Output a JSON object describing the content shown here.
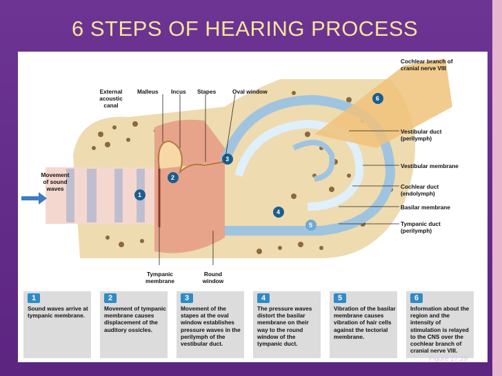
{
  "slide": {
    "title": "6 STEPS OF HEARING PROCESS",
    "caption": "Figure 17.29"
  },
  "labels": {
    "external_acoustic_canal": "External acoustic canal",
    "malleus": "Malleus",
    "incus": "Incus",
    "stapes": "Stapes",
    "oval_window": "Oval window",
    "movement_of_sound_waves": "Movement of sound waves",
    "tympanic_membrane": "Tympanic membrane",
    "round_window": "Round window",
    "cochlear_branch": "Cochlear branch of cranial nerve VIII",
    "vestibular_duct": "Vestibular duct (perilymph)",
    "vestibular_membrane": "Vestibular membrane",
    "cochlear_duct": "Cochlear duct (endolymph)",
    "basilar_membrane": "Basilar membrane",
    "tympanic_duct": "Tympanic duct (perilymph)"
  },
  "markers": [
    "1",
    "2",
    "3",
    "4",
    "5",
    "6"
  ],
  "steps": [
    {
      "number": "1",
      "text": "Sound waves arrive at tympanic membrane."
    },
    {
      "number": "2",
      "text": "Movement of tympanic membrane causes displacement of the auditory ossicles."
    },
    {
      "number": "3",
      "text": "Movement of the stapes at the oval window establishes pressure waves in the perilymph of the vestibular duct."
    },
    {
      "number": "4",
      "text": "The pressure waves distort the basilar membrane on their way to the round window of the tympanic duct."
    },
    {
      "number": "5",
      "text": "Vibration of the basilar membrane causes vibration of hair cells against the tectorial membrane."
    },
    {
      "number": "6",
      "text": "Information about the region and the intensity of stimulation is relayed to the CNS over the cochlear branch of cranial nerve VIII."
    }
  ],
  "colors": {
    "background": "#6a2d8f",
    "title": "#f5e69a",
    "badge": "#2f8bc4",
    "bone": "#eedbb0",
    "tissue": "#e8a48b",
    "duct": "#9fc4e0"
  }
}
